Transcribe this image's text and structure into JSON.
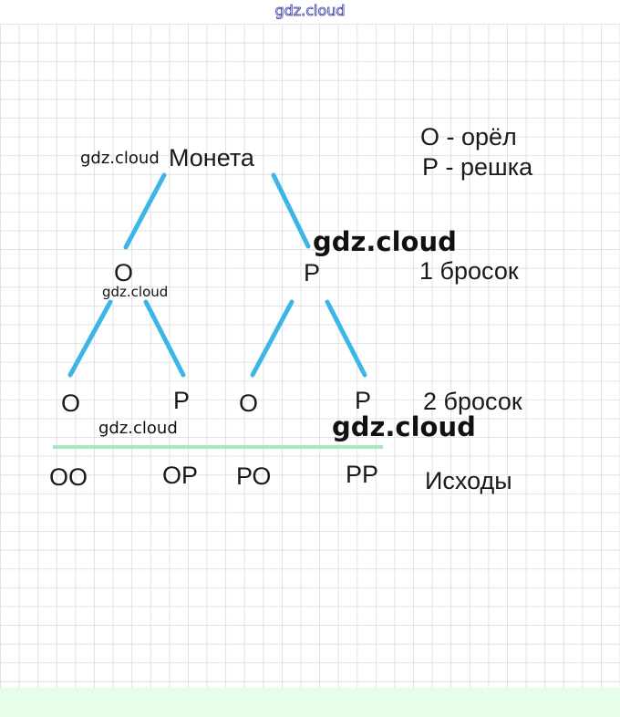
{
  "header": {
    "site": "gdz.cloud"
  },
  "tree": {
    "root": "Монета",
    "level1": [
      "О",
      "Р"
    ],
    "level2": [
      "О",
      "Р",
      "О",
      "Р"
    ],
    "outcomes": [
      "ОО",
      "ОР",
      "РО",
      "РР"
    ]
  },
  "legend": {
    "eagle": "О - орёл",
    "tails": "Р - решка"
  },
  "rows": {
    "throw1": "1 бросок",
    "throw2": "2 бросок",
    "outcomes": "Исходы"
  },
  "watermarks": [
    "gdz.cloud",
    "gdz.cloud",
    "gdz.cloud",
    "gdz.cloud",
    "gdz.cloud"
  ],
  "colors": {
    "branch": "#3bb6e6",
    "divider": "#a8e8bf",
    "grid": "#e1e1e1",
    "bottom_band": "#e6fdea"
  }
}
